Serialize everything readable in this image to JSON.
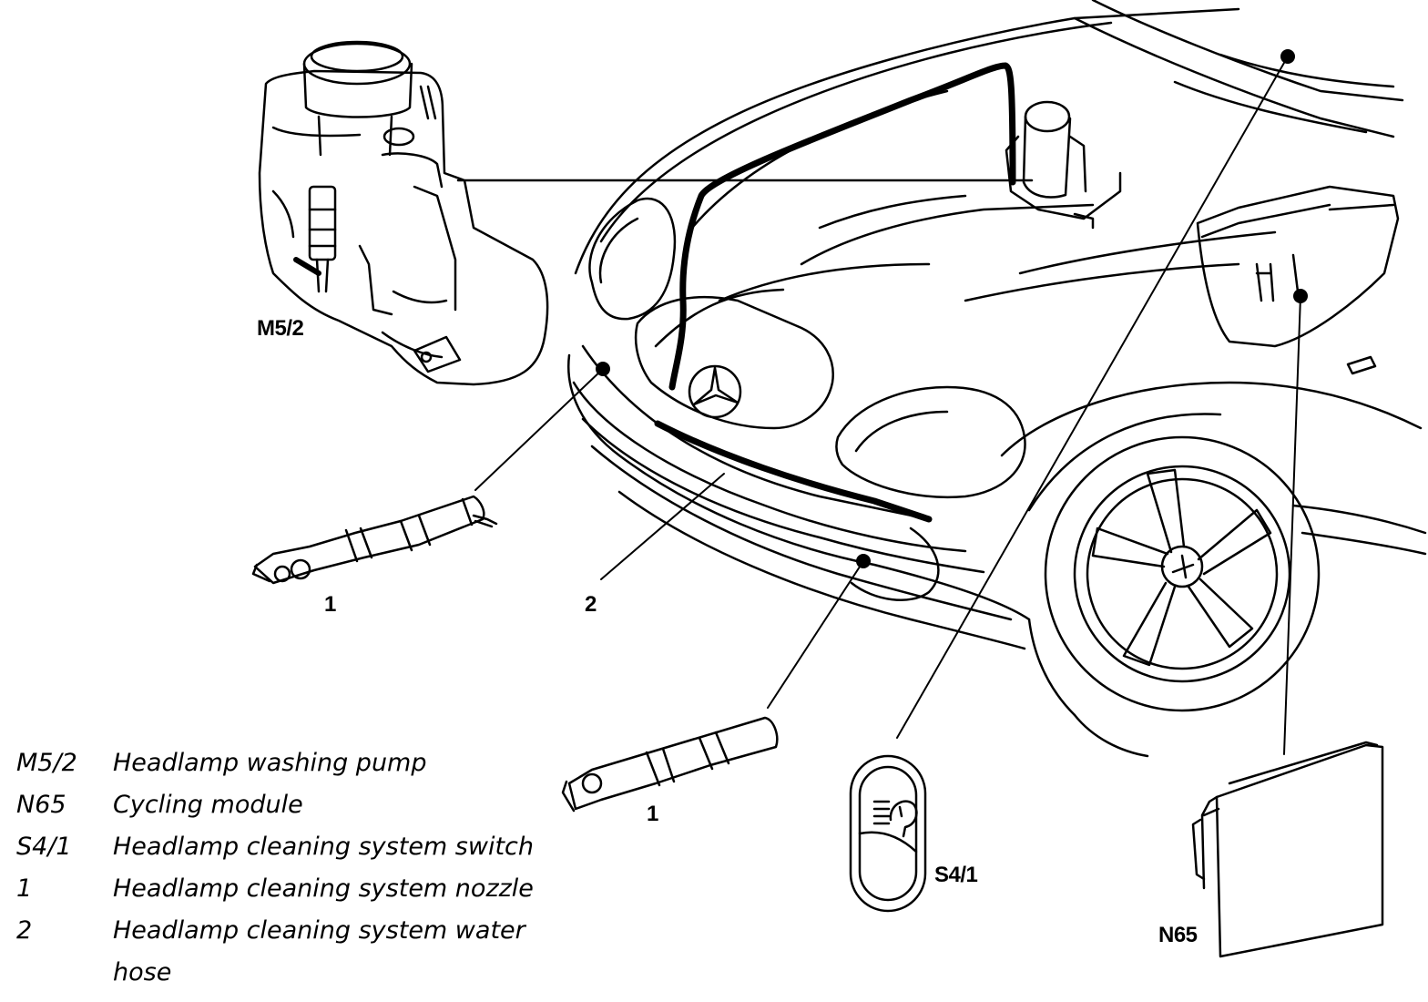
{
  "callouts": {
    "m52": "M5/2",
    "nozzle_left": "1",
    "hose": "2",
    "nozzle_right": "1",
    "s41": "S4/1",
    "n65": "N65"
  },
  "legend": [
    {
      "code": "M5/2",
      "text": "Headlamp washing pump"
    },
    {
      "code": "N65",
      "text": "Cycling module"
    },
    {
      "code": "S4/1",
      "text": "Headlamp cleaning system switch"
    },
    {
      "code": "1",
      "text": "Headlamp cleaning system nozzle"
    },
    {
      "code": "2",
      "text": "Headlamp cleaning system water"
    }
  ],
  "legend_continuation": "hose"
}
